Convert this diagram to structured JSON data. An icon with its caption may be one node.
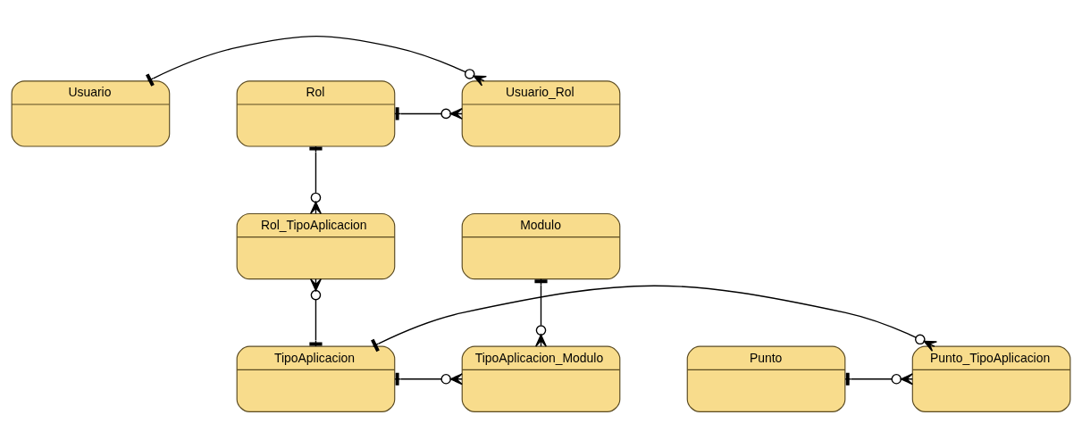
{
  "diagram": {
    "nodes": [
      {
        "text": [
          "Usuario"
        ]
      },
      {
        "text": [
          "Usuario_Rol"
        ]
      },
      {
        "text": [
          "Rol"
        ]
      },
      {
        "text": [
          "Rol_TipoAplicacion"
        ]
      },
      {
        "text": [
          "Modulo"
        ]
      },
      {
        "text": [
          "Punto"
        ]
      },
      {
        "text": [
          "Punto_TipoAplicacion"
        ]
      },
      {
        "text": [
          "TipoAplicacion"
        ]
      },
      {
        "text": [
          "TipoAplicacion_Modulo"
        ]
      }
    ],
    "edges": [
      {
        "from": 0,
        "to": 1,
        "arrow": "other"
      },
      {
        "from": 2,
        "to": 1,
        "arrow": "other"
      },
      {
        "from": 2,
        "to": 3,
        "arrow": "other"
      },
      {
        "from": 7,
        "to": 3,
        "arrow": "other"
      },
      {
        "from": 4,
        "to": 8,
        "arrow": "other"
      },
      {
        "from": 5,
        "to": 6,
        "arrow": "other"
      },
      {
        "from": 7,
        "to": 6,
        "arrow": "other"
      },
      {
        "from": 7,
        "to": 8,
        "arrow": "other"
      }
    ]
  }
}
